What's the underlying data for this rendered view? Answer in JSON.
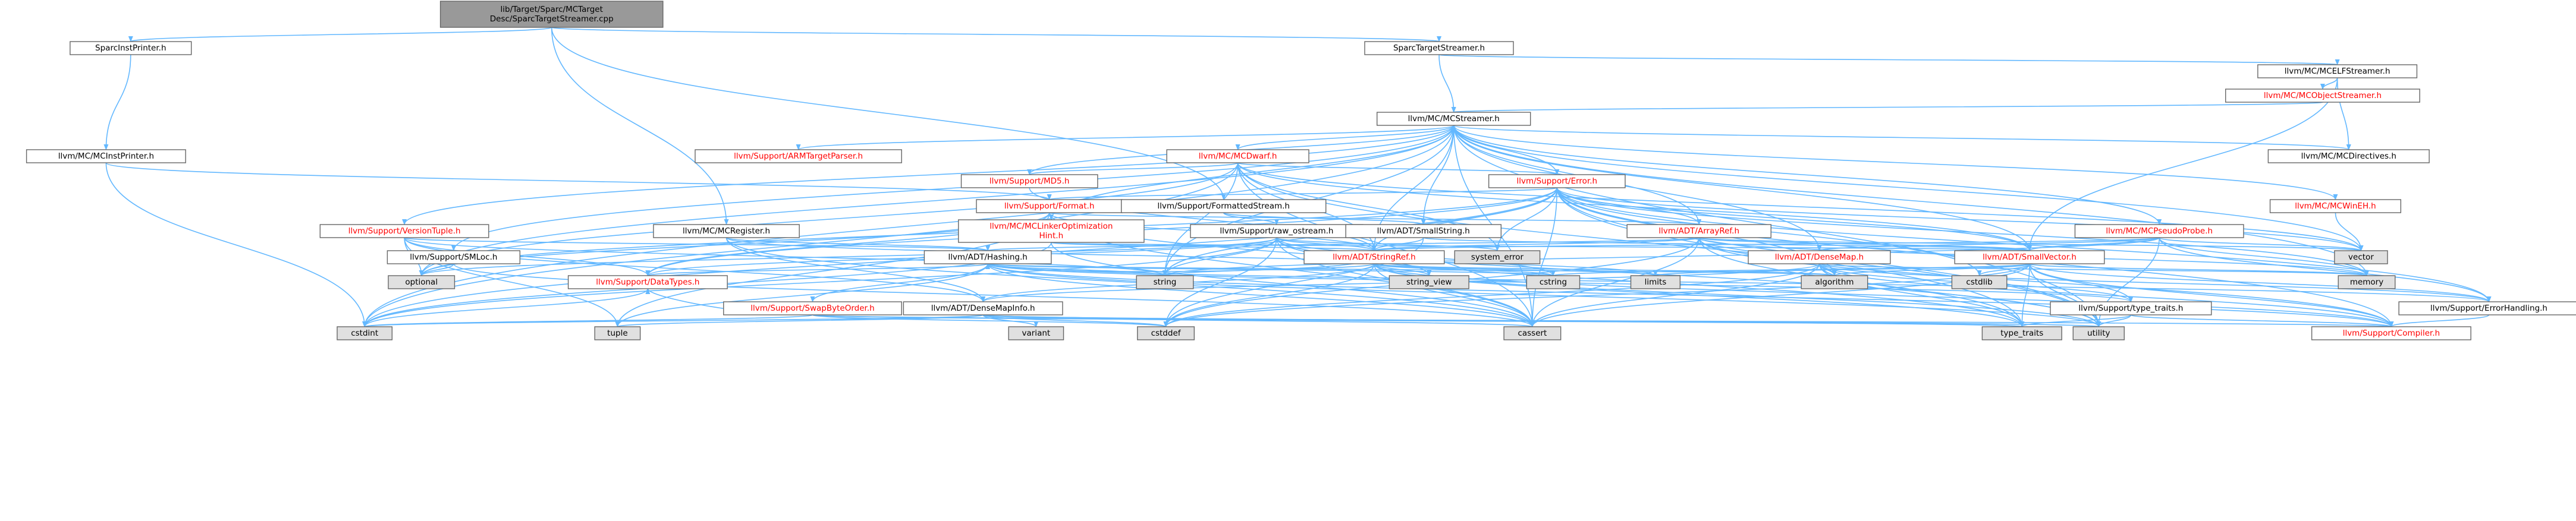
{
  "graph": {
    "colors": {
      "edge": "#63b8ff",
      "root_fill": "#999999",
      "node_fill": "#ffffff",
      "external_fill": "#e0e0e0",
      "red_text": "#ff0000",
      "black_text": "#000000",
      "border": "#666666"
    },
    "nodes": [
      {
        "id": "root",
        "label": [
          "lib/Target/Sparc/MCTarget",
          "Desc/SparcTargetStreamer.cpp"
        ],
        "style": "root"
      },
      {
        "id": "sparcinstprinter",
        "label": [
          "SparcInstPrinter.h"
        ],
        "style": "normal"
      },
      {
        "id": "sparctargetstreamer",
        "label": [
          "SparcTargetStreamer.h"
        ],
        "style": "normal"
      },
      {
        "id": "mcelfstreamer",
        "label": [
          "llvm/MC/MCELFStreamer.h"
        ],
        "style": "normal"
      },
      {
        "id": "mcobjectstreamer",
        "label": [
          "llvm/MC/MCObjectStreamer.h"
        ],
        "style": "red"
      },
      {
        "id": "mcstreamer",
        "label": [
          "llvm/MC/MCStreamer.h"
        ],
        "style": "normal"
      },
      {
        "id": "mcinstprinter",
        "label": [
          "llvm/MC/MCInstPrinter.h"
        ],
        "style": "normal"
      },
      {
        "id": "armtargetparser",
        "label": [
          "llvm/Support/ARMTargetParser.h"
        ],
        "style": "red"
      },
      {
        "id": "mcdwarf",
        "label": [
          "llvm/MC/MCDwarf.h"
        ],
        "style": "red"
      },
      {
        "id": "mcdirectives",
        "label": [
          "llvm/MC/MCDirectives.h"
        ],
        "style": "normal"
      },
      {
        "id": "md5",
        "label": [
          "llvm/Support/MD5.h"
        ],
        "style": "red"
      },
      {
        "id": "supporterror",
        "label": [
          "llvm/Support/Error.h"
        ],
        "style": "red"
      },
      {
        "id": "supportformat",
        "label": [
          "llvm/Support/Format.h"
        ],
        "style": "red"
      },
      {
        "id": "formattedstream",
        "label": [
          "llvm/Support/FormattedStream.h"
        ],
        "style": "normal"
      },
      {
        "id": "mcwineh",
        "label": [
          "llvm/MC/MCWinEH.h"
        ],
        "style": "red"
      },
      {
        "id": "versiontuple",
        "label": [
          "llvm/Support/VersionTuple.h"
        ],
        "style": "red"
      },
      {
        "id": "mcregister",
        "label": [
          "llvm/MC/MCRegister.h"
        ],
        "style": "normal"
      },
      {
        "id": "mclinkeropt",
        "label": [
          "llvm/MC/MCLinkerOptimization",
          "Hint.h"
        ],
        "style": "red"
      },
      {
        "id": "rawostream",
        "label": [
          "llvm/Support/raw_ostream.h"
        ],
        "style": "normal"
      },
      {
        "id": "smallstring",
        "label": [
          "llvm/ADT/SmallString.h"
        ],
        "style": "normal"
      },
      {
        "id": "arrayref",
        "label": [
          "llvm/ADT/ArrayRef.h"
        ],
        "style": "red"
      },
      {
        "id": "mcpseudoprobe",
        "label": [
          "llvm/MC/MCPseudoProbe.h"
        ],
        "style": "red"
      },
      {
        "id": "smloc",
        "label": [
          "llvm/Support/SMLoc.h"
        ],
        "style": "normal"
      },
      {
        "id": "hashing",
        "label": [
          "llvm/ADT/Hashing.h"
        ],
        "style": "normal"
      },
      {
        "id": "stringref",
        "label": [
          "llvm/ADT/StringRef.h"
        ],
        "style": "red"
      },
      {
        "id": "systemerror",
        "label": [
          "system_error"
        ],
        "style": "external"
      },
      {
        "id": "densemap",
        "label": [
          "llvm/ADT/DenseMap.h"
        ],
        "style": "red"
      },
      {
        "id": "smallvector",
        "label": [
          "llvm/ADT/SmallVector.h"
        ],
        "style": "red"
      },
      {
        "id": "vector",
        "label": [
          "vector"
        ],
        "style": "external"
      },
      {
        "id": "datatypes",
        "label": [
          "llvm/Support/DataTypes.h"
        ],
        "style": "red"
      },
      {
        "id": "optional",
        "label": [
          "optional"
        ],
        "style": "external"
      },
      {
        "id": "swapbyteorder",
        "label": [
          "llvm/Support/SwapByteOrder.h"
        ],
        "style": "red"
      },
      {
        "id": "densemapinfo",
        "label": [
          "llvm/ADT/DenseMapInfo.h"
        ],
        "style": "normal"
      },
      {
        "id": "string",
        "label": [
          "string"
        ],
        "style": "external"
      },
      {
        "id": "stringview",
        "label": [
          "string_view"
        ],
        "style": "external"
      },
      {
        "id": "cstring",
        "label": [
          "cstring"
        ],
        "style": "external"
      },
      {
        "id": "limits",
        "label": [
          "limits"
        ],
        "style": "external"
      },
      {
        "id": "algorithm",
        "label": [
          "algorithm"
        ],
        "style": "external"
      },
      {
        "id": "cstdlib",
        "label": [
          "cstdlib"
        ],
        "style": "external"
      },
      {
        "id": "typetraitsh",
        "label": [
          "llvm/Support/type_traits.h"
        ],
        "style": "normal"
      },
      {
        "id": "memory",
        "label": [
          "memory"
        ],
        "style": "external"
      },
      {
        "id": "errorhandling",
        "label": [
          "llvm/Support/ErrorHandling.h"
        ],
        "style": "normal"
      },
      {
        "id": "cstdint",
        "label": [
          "cstdint"
        ],
        "style": "external"
      },
      {
        "id": "tuple",
        "label": [
          "tuple"
        ],
        "style": "external"
      },
      {
        "id": "variant",
        "label": [
          "variant"
        ],
        "style": "external"
      },
      {
        "id": "cstddef",
        "label": [
          "cstddef"
        ],
        "style": "external"
      },
      {
        "id": "cassert",
        "label": [
          "cassert"
        ],
        "style": "external"
      },
      {
        "id": "typetraits",
        "label": [
          "type_traits"
        ],
        "style": "external"
      },
      {
        "id": "utility",
        "label": [
          "utility"
        ],
        "style": "external"
      },
      {
        "id": "compiler",
        "label": [
          "llvm/Support/Compiler.h"
        ],
        "style": "red"
      }
    ],
    "edges": [
      [
        "root",
        "sparcinstprinter"
      ],
      [
        "root",
        "sparctargetstreamer"
      ],
      [
        "root",
        "formattedstream"
      ],
      [
        "root",
        "mcregister"
      ],
      [
        "sparcinstprinter",
        "mcinstprinter"
      ],
      [
        "sparctargetstreamer",
        "mcelfstreamer"
      ],
      [
        "sparctargetstreamer",
        "mcstreamer"
      ],
      [
        "mcelfstreamer",
        "mcobjectstreamer"
      ],
      [
        "mcelfstreamer",
        "mcdirectives"
      ],
      [
        "mcelfstreamer",
        "smallvector"
      ],
      [
        "mcobjectstreamer",
        "mcstreamer"
      ],
      [
        "mcinstprinter",
        "supportformat"
      ],
      [
        "mcinstprinter",
        "cstdint"
      ],
      [
        "mcstreamer",
        "armtargetparser"
      ],
      [
        "mcstreamer",
        "mcdwarf"
      ],
      [
        "mcstreamer",
        "mcdirectives"
      ],
      [
        "mcstreamer",
        "md5"
      ],
      [
        "mcstreamer",
        "supporterror"
      ],
      [
        "mcstreamer",
        "mcwineh"
      ],
      [
        "mcstreamer",
        "versiontuple"
      ],
      [
        "mcstreamer",
        "mclinkeropt"
      ],
      [
        "mcstreamer",
        "mcpseudoprobe"
      ],
      [
        "mcstreamer",
        "smloc"
      ],
      [
        "mcstreamer",
        "arrayref"
      ],
      [
        "mcstreamer",
        "densemap"
      ],
      [
        "mcstreamer",
        "smallvector"
      ],
      [
        "mcstreamer",
        "stringref"
      ],
      [
        "mcstreamer",
        "optional"
      ],
      [
        "mcstreamer",
        "string"
      ],
      [
        "mcstreamer",
        "vector"
      ],
      [
        "mcstreamer",
        "cassert"
      ],
      [
        "mcstreamer",
        "cstdint"
      ],
      [
        "mcstreamer",
        "memory"
      ],
      [
        "mcstreamer",
        "utility"
      ],
      [
        "mcstreamer",
        "smallstring"
      ],
      [
        "mcdwarf",
        "md5"
      ],
      [
        "mcdwarf",
        "supporterror"
      ],
      [
        "mcdwarf",
        "stringref"
      ],
      [
        "mcdwarf",
        "smallvector"
      ],
      [
        "mcdwarf",
        "systemerror"
      ],
      [
        "mcdwarf",
        "cassert"
      ],
      [
        "mcdwarf",
        "cstdint"
      ],
      [
        "mcdwarf",
        "string"
      ],
      [
        "mcdwarf",
        "utility"
      ],
      [
        "mcdwarf",
        "vector"
      ],
      [
        "mcdwarf",
        "optional"
      ],
      [
        "md5",
        "stringref"
      ],
      [
        "supporterror",
        "supportformat"
      ],
      [
        "supporterror",
        "compiler"
      ],
      [
        "supporterror",
        "errorhandling"
      ],
      [
        "supporterror",
        "datatypes"
      ],
      [
        "supporterror",
        "cassert"
      ],
      [
        "supporterror",
        "cstdint"
      ],
      [
        "supporterror",
        "cstdlib"
      ],
      [
        "supporterror",
        "memory"
      ],
      [
        "supporterror",
        "optional"
      ],
      [
        "supporterror",
        "string"
      ],
      [
        "supporterror",
        "systemerror"
      ],
      [
        "supporterror",
        "typetraits"
      ],
      [
        "supporterror",
        "utility"
      ],
      [
        "supporterror",
        "vector"
      ],
      [
        "supporterror",
        "smallvector"
      ],
      [
        "supporterror",
        "stringref"
      ],
      [
        "supporterror",
        "arrayref"
      ],
      [
        "supporterror",
        "algorithm"
      ],
      [
        "supportformat",
        "arrayref"
      ],
      [
        "supportformat",
        "stringref"
      ],
      [
        "supportformat",
        "datatypes"
      ],
      [
        "supportformat",
        "cassert"
      ],
      [
        "supportformat",
        "cstdio"
      ],
      [
        "supportformat",
        "optional"
      ],
      [
        "supportformat",
        "tuple"
      ],
      [
        "supportformat",
        "utility"
      ],
      [
        "formattedstream",
        "rawostream"
      ],
      [
        "formattedstream",
        "smallstring"
      ],
      [
        "mcwineh",
        "vector"
      ],
      [
        "versiontuple",
        "hashing"
      ],
      [
        "versiontuple",
        "datatypes"
      ],
      [
        "versiontuple",
        "optional"
      ],
      [
        "versiontuple",
        "string"
      ],
      [
        "versiontuple",
        "tuple"
      ],
      [
        "versiontuple",
        "densemapinfo"
      ],
      [
        "mcregister",
        "densemapinfo"
      ],
      [
        "mcregister",
        "hashing"
      ],
      [
        "mcregister",
        "cassert"
      ],
      [
        "mcregister",
        "limits"
      ],
      [
        "mclinkeropt",
        "stringref"
      ],
      [
        "mclinkeropt",
        "smallvector"
      ],
      [
        "mclinkeropt",
        "cassert"
      ],
      [
        "mclinkeropt",
        "cstdint"
      ],
      [
        "rawostream",
        "stringref"
      ],
      [
        "rawostream",
        "datatypes"
      ],
      [
        "rawostream",
        "cassert"
      ],
      [
        "rawostream",
        "cstddef"
      ],
      [
        "rawostream",
        "cstdint"
      ],
      [
        "rawostream",
        "cstring"
      ],
      [
        "rawostream",
        "optional"
      ],
      [
        "rawostream",
        "string"
      ],
      [
        "rawostream",
        "stringview"
      ],
      [
        "rawostream",
        "systemerror"
      ],
      [
        "rawostream",
        "typetraits"
      ],
      [
        "smallstring",
        "stringref"
      ],
      [
        "smallstring",
        "smallvector"
      ],
      [
        "smallstring",
        "cstddef"
      ],
      [
        "arrayref",
        "stringref"
      ],
      [
        "arrayref",
        "smallvector"
      ],
      [
        "arrayref",
        "hashing"
      ],
      [
        "arrayref",
        "compiler"
      ],
      [
        "arrayref",
        "algorithm"
      ],
      [
        "arrayref",
        "cassert"
      ],
      [
        "arrayref",
        "cstddef"
      ],
      [
        "arrayref",
        "memory"
      ],
      [
        "arrayref",
        "typetraits"
      ],
      [
        "arrayref",
        "vector"
      ],
      [
        "arrayref",
        "iterator"
      ],
      [
        "mcpseudoprobe",
        "smallvector"
      ],
      [
        "mcpseudoprobe",
        "stringref"
      ],
      [
        "mcpseudoprobe",
        "densemap"
      ],
      [
        "mcpseudoprobe",
        "errorhandling"
      ],
      [
        "mcpseudoprobe",
        "memory"
      ],
      [
        "mcpseudoprobe",
        "string"
      ],
      [
        "mcpseudoprobe",
        "vector"
      ],
      [
        "mcpseudoprobe",
        "utility"
      ],
      [
        "smloc",
        "cassert"
      ],
      [
        "smloc",
        "optional"
      ],
      [
        "hashing",
        "datatypes"
      ],
      [
        "hashing",
        "errorhandling"
      ],
      [
        "hashing",
        "swapbyteorder"
      ],
      [
        "hashing",
        "typetraitsh"
      ],
      [
        "hashing",
        "algorithm"
      ],
      [
        "hashing",
        "cassert"
      ],
      [
        "hashing",
        "cstring"
      ],
      [
        "hashing",
        "string"
      ],
      [
        "hashing",
        "tuple"
      ],
      [
        "hashing",
        "utility"
      ],
      [
        "hashing",
        "compiler"
      ],
      [
        "stringref",
        "densemapinfo"
      ],
      [
        "stringref",
        "compiler"
      ],
      [
        "stringref",
        "algorithm"
      ],
      [
        "stringref",
        "cassert"
      ],
      [
        "stringref",
        "cstddef"
      ],
      [
        "stringref",
        "cstring"
      ],
      [
        "stringref",
        "limits"
      ],
      [
        "stringref",
        "string"
      ],
      [
        "stringref",
        "stringview"
      ],
      [
        "stringref",
        "typetraits"
      ],
      [
        "stringref",
        "utility"
      ],
      [
        "stringref",
        "hashing"
      ],
      [
        "densemap",
        "densemapinfo"
      ],
      [
        "densemap",
        "compiler"
      ],
      [
        "densemap",
        "typetraitsh"
      ],
      [
        "densemap",
        "algorithm"
      ],
      [
        "densemap",
        "cassert"
      ],
      [
        "densemap",
        "cstddef"
      ],
      [
        "densemap",
        "memory"
      ],
      [
        "densemap",
        "typetraits"
      ],
      [
        "densemap",
        "utility"
      ],
      [
        "densemap",
        "errorhandling"
      ],
      [
        "smallvector",
        "compiler"
      ],
      [
        "smallvector",
        "typetraitsh"
      ],
      [
        "smallvector",
        "algorithm"
      ],
      [
        "smallvector",
        "cassert"
      ],
      [
        "smallvector",
        "cstddef"
      ],
      [
        "smallvector",
        "cstdlib"
      ],
      [
        "smallvector",
        "cstring"
      ],
      [
        "smallvector",
        "limits"
      ],
      [
        "smallvector",
        "memory"
      ],
      [
        "smallvector",
        "typetraits"
      ],
      [
        "smallvector",
        "utility"
      ],
      [
        "smallvector",
        "errorhandling"
      ],
      [
        "swapbyteorder",
        "compiler"
      ],
      [
        "swapbyteorder",
        "datatypes"
      ],
      [
        "swapbyteorder",
        "cstddef"
      ],
      [
        "swapbyteorder",
        "cstdint"
      ],
      [
        "swapbyteorder",
        "typetraits"
      ],
      [
        "densemapinfo",
        "cassert"
      ],
      [
        "densemapinfo",
        "cstddef"
      ],
      [
        "densemapinfo",
        "cstdint"
      ],
      [
        "densemapinfo",
        "tuple"
      ],
      [
        "densemapinfo",
        "typetraits"
      ],
      [
        "densemapinfo",
        "utility"
      ],
      [
        "densemapinfo",
        "variant"
      ],
      [
        "typetraitsh",
        "compiler"
      ],
      [
        "typetraitsh",
        "typetraits"
      ],
      [
        "typetraitsh",
        "utility"
      ],
      [
        "errorhandling",
        "compiler"
      ],
      [
        "datatypes",
        "cstdint"
      ]
    ]
  }
}
